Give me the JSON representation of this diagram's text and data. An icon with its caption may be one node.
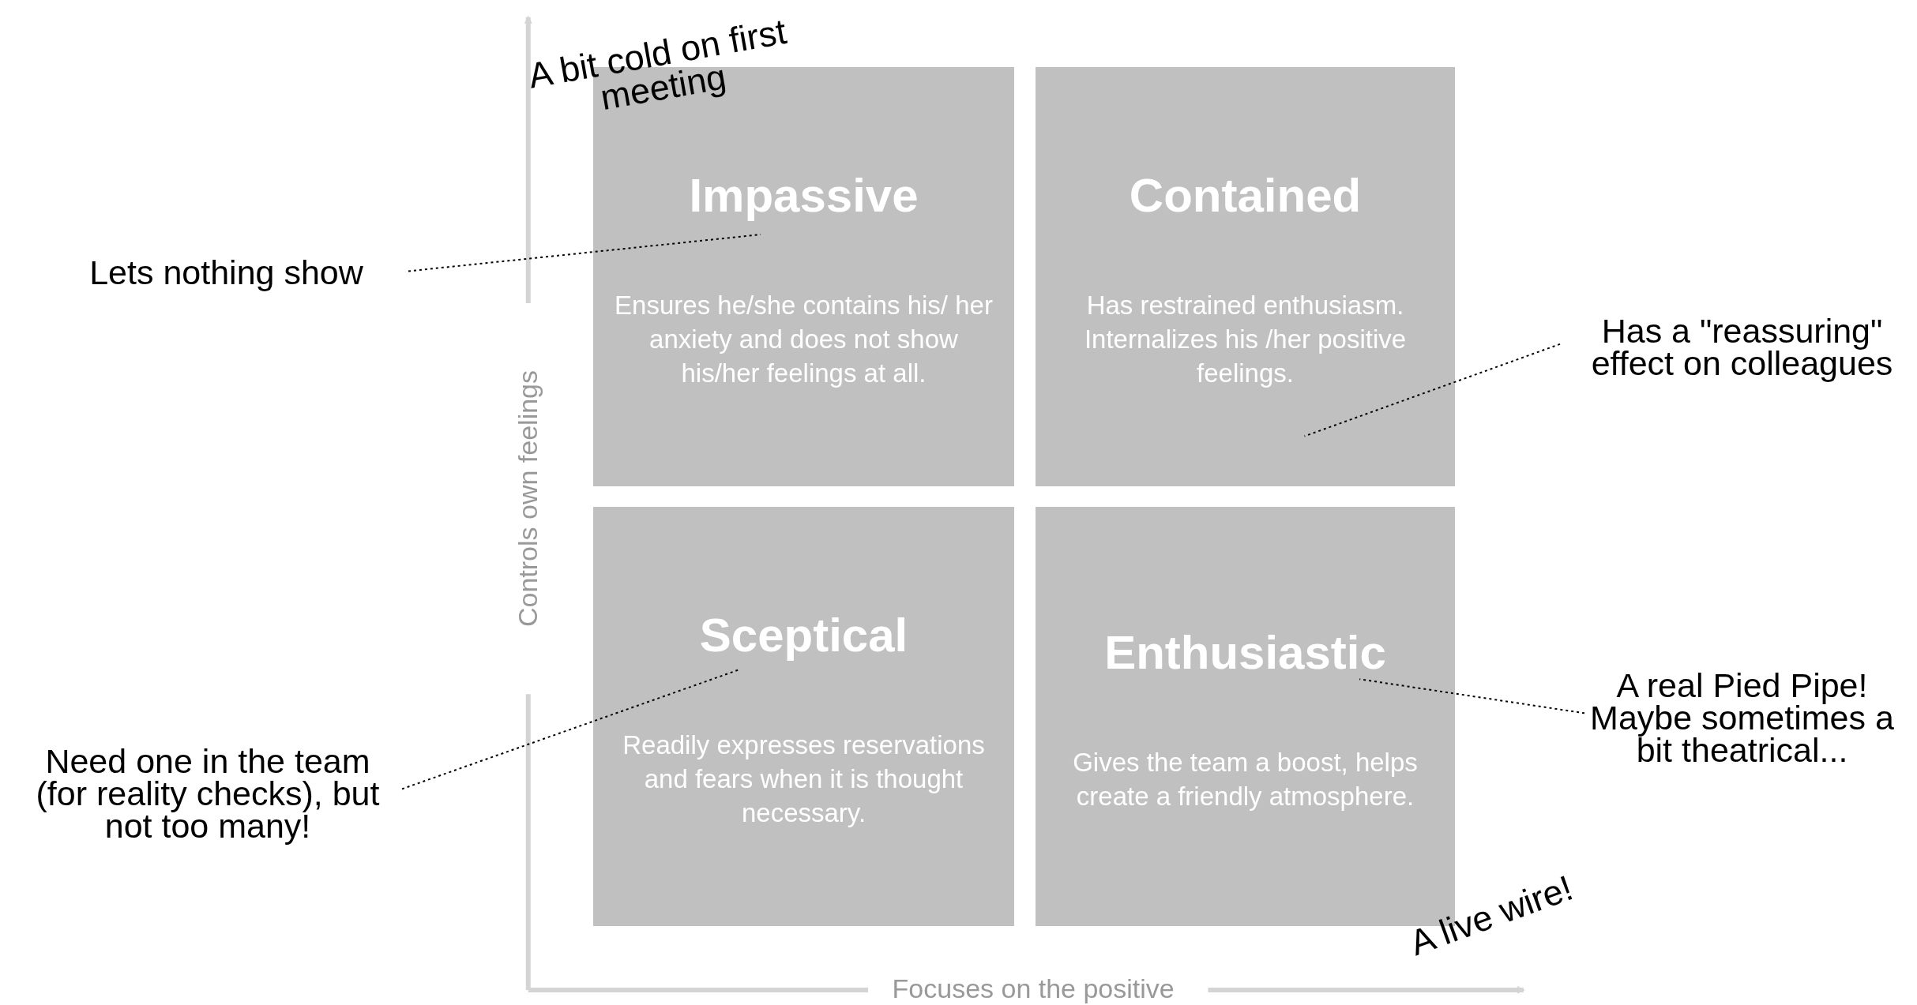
{
  "diagram": {
    "nodes": [
      {
        "text": [
          "Impassive",
          "Ensures he/she contains his/ her anxiety and does not show his/her feelings at all."
        ]
      },
      {
        "text": [
          "Contained",
          "Has restrained enthusiasm. Internalizes his /her positive feelings."
        ]
      },
      {
        "text": [
          "Sceptical",
          "Readily expresses reservations and fears when it is thought necessary."
        ]
      },
      {
        "text": [
          "Enthusiastic",
          "Gives the team a boost, helps create a friendly atmosphere."
        ]
      },
      {
        "text": [
          "Lets nothing show"
        ]
      },
      {
        "text": [
          "Has a \"reassuring\" effect on colleagues"
        ]
      },
      {
        "text": [
          "Need one in the team (for reality checks), but not too many!"
        ]
      },
      {
        "text": [
          "A real Pied Pipe! Maybe sometimes a bit theatrical..."
        ]
      }
    ],
    "edges": [
      {
        "from": 4,
        "to": 0,
        "arrow": "none"
      },
      {
        "from": 5,
        "to": 1,
        "arrow": "none"
      },
      {
        "from": 6,
        "to": 2,
        "arrow": "none"
      },
      {
        "from": 7,
        "to": 3,
        "arrow": "none"
      }
    ],
    "labels": [
      "A bit cold on first meeting",
      "Controls own feelings",
      "A live wire!",
      "Focuses on the positive"
    ]
  }
}
